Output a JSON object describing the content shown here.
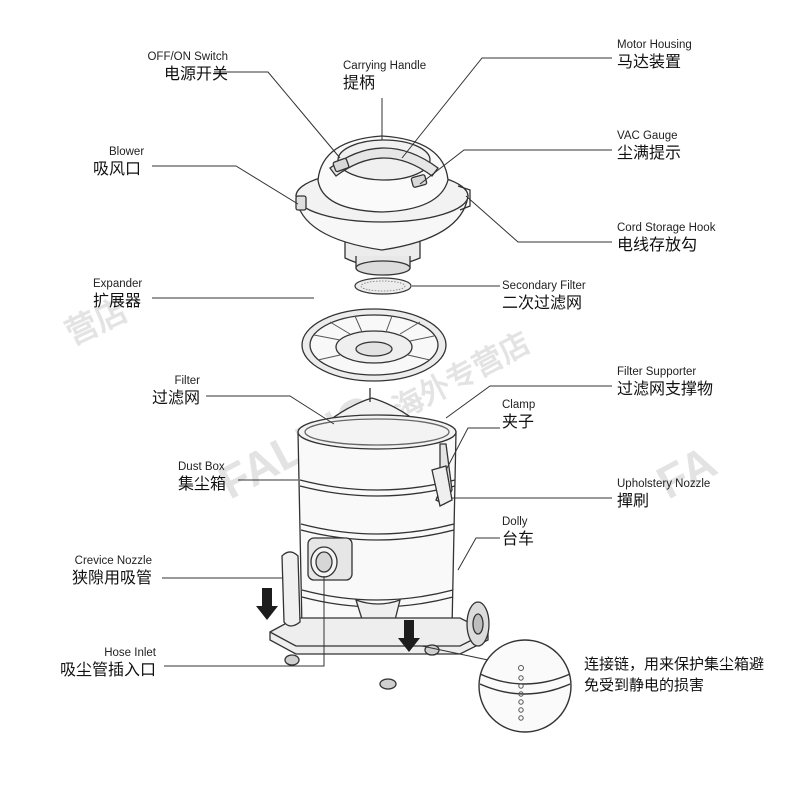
{
  "parts": {
    "off_on_switch": {
      "en": "OFF/ON Switch",
      "zh": "电源开关"
    },
    "carrying_handle": {
      "en": "Carrying Handle",
      "zh": "提柄"
    },
    "motor_housing": {
      "en": "Motor Housing",
      "zh": "马达装置"
    },
    "blower": {
      "en": "Blower",
      "zh": "吸风口"
    },
    "vac_gauge": {
      "en": "VAC Gauge",
      "zh": "尘满提示"
    },
    "cord_storage_hook": {
      "en": "Cord Storage Hook",
      "zh": "电线存放勾"
    },
    "expander": {
      "en": "Expander",
      "zh": "扩展器"
    },
    "secondary_filter": {
      "en": "Secondary Filter",
      "zh": "二次过滤网"
    },
    "filter": {
      "en": "Filter",
      "zh": "过滤网"
    },
    "filter_supporter": {
      "en": "Filter Supporter",
      "zh": "过滤网支撑物"
    },
    "clamp": {
      "en": "Clamp",
      "zh": "夹子"
    },
    "dust_box": {
      "en": "Dust Box",
      "zh": "集尘箱"
    },
    "upholstery_nozzle": {
      "en": "Upholstery Nozzle",
      "zh": "撣刷"
    },
    "dolly": {
      "en": "Dolly",
      "zh": "台车"
    },
    "crevice_nozzle": {
      "en": "Crevice Nozzle",
      "zh": "狭隙用吸管"
    },
    "hose_inlet": {
      "en": "Hose Inlet",
      "zh": "吸尘管插入口"
    }
  },
  "chain_note": "连接链，用来保护集尘箱避免受到静电的损害",
  "watermarks": {
    "text1": "营店",
    "text2": "海外专营店",
    "brand": "FALING",
    "text3": "FA"
  },
  "colors": {
    "line": "#333333",
    "fill": "#f4f4f4",
    "watermark": "#d9d9d9"
  }
}
